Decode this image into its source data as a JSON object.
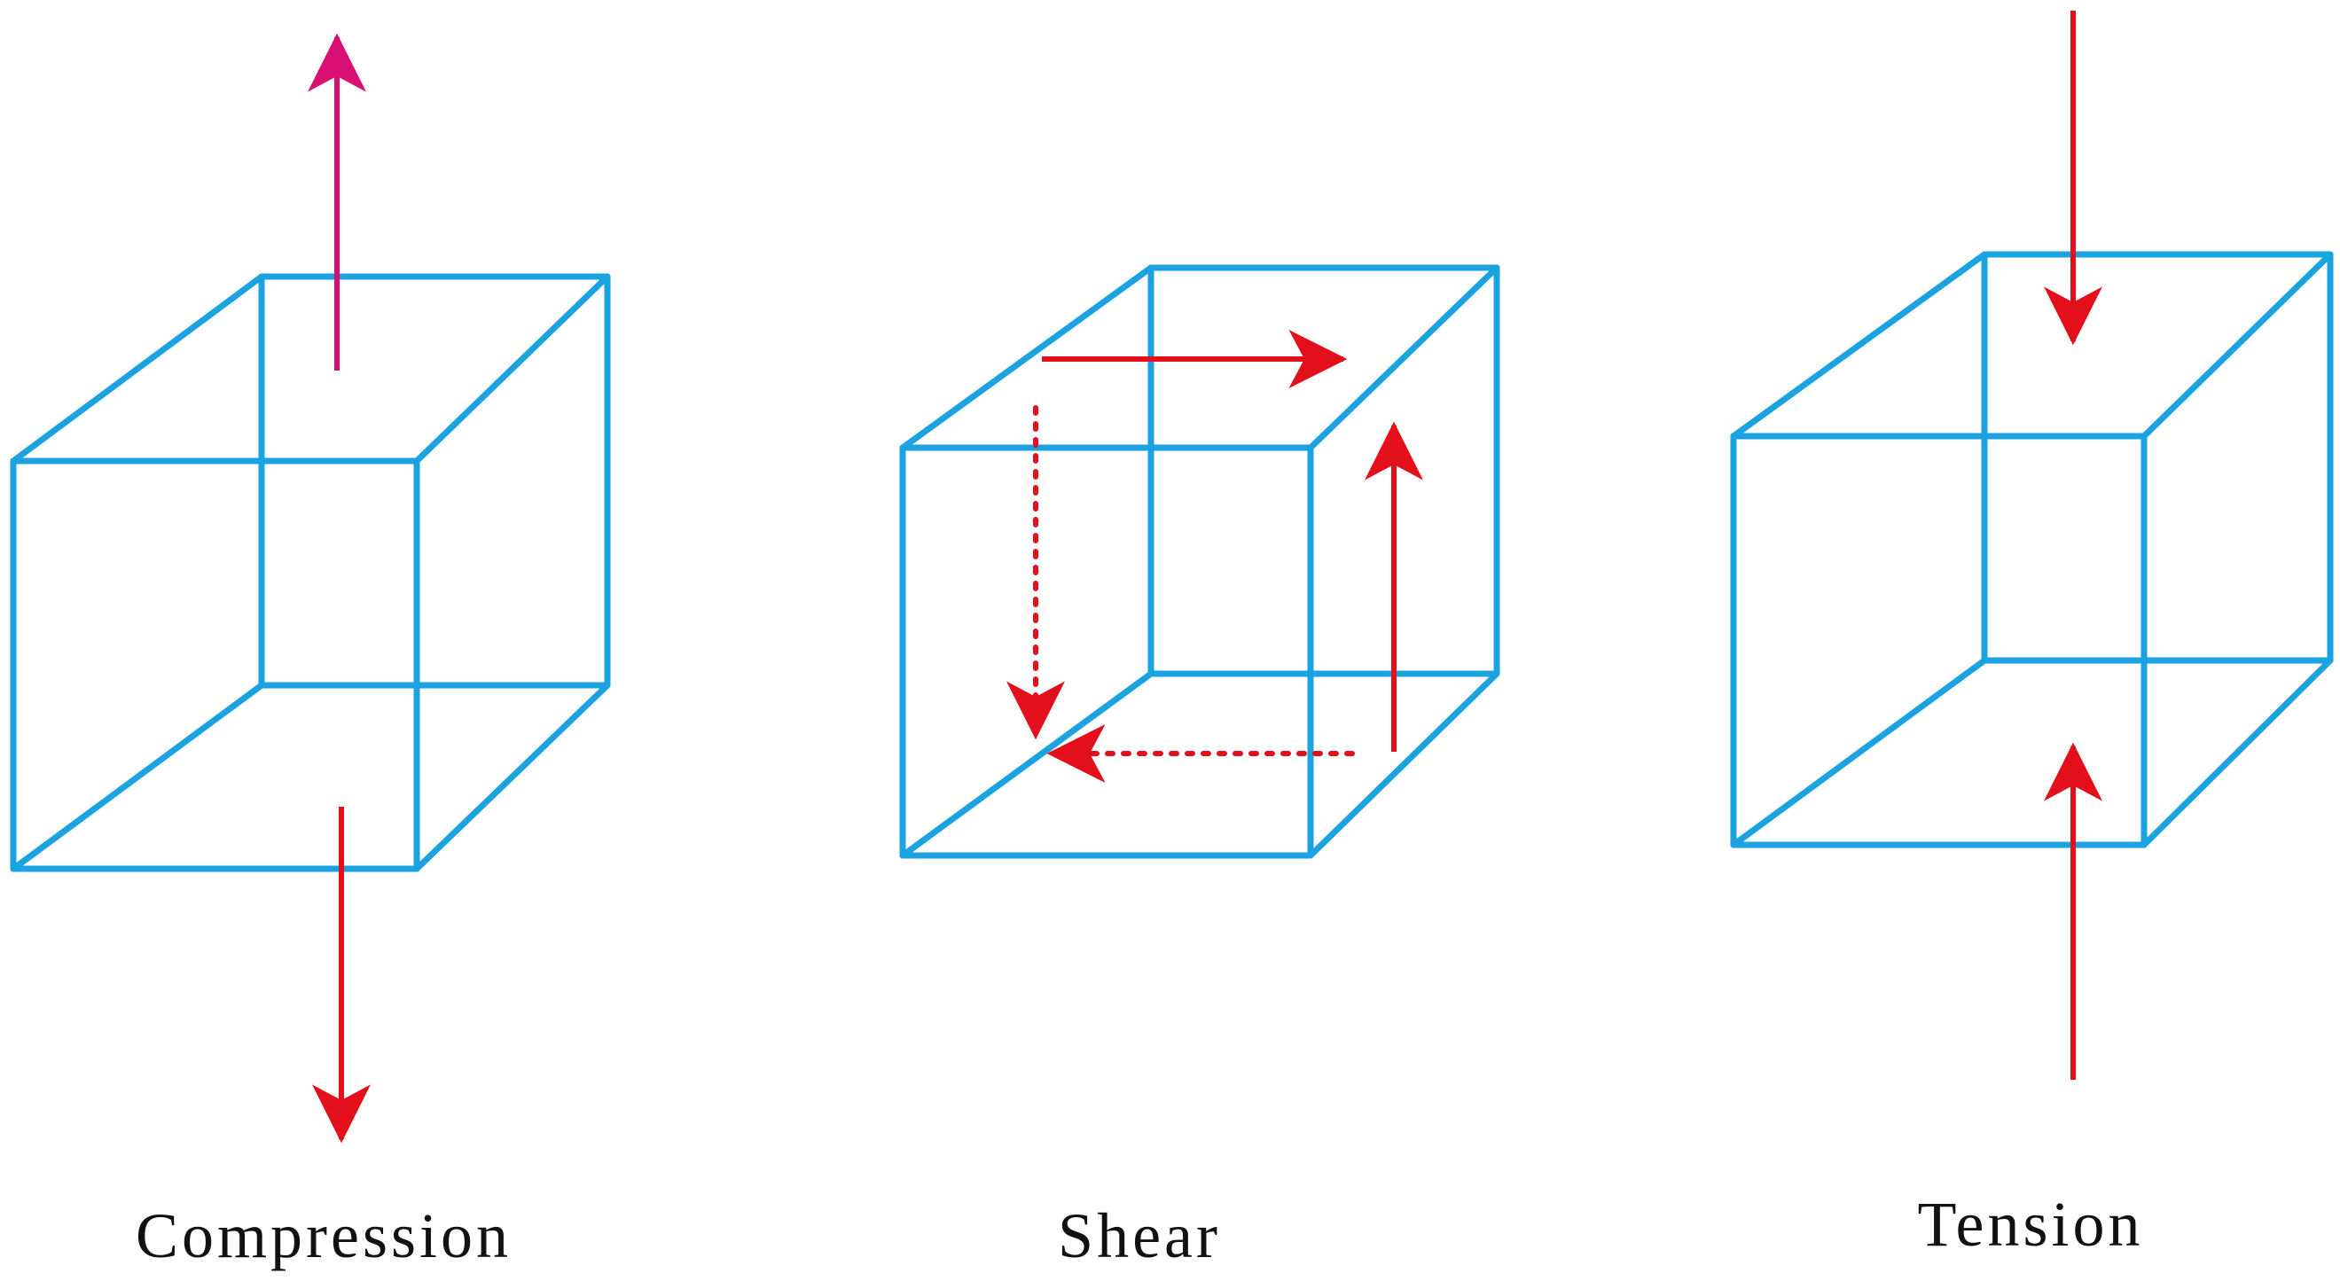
{
  "colors": {
    "cube_edge": "#1aa3e0",
    "force_red": "#e3101b",
    "force_magenta": "#d90f72",
    "caption_text": "#111111"
  },
  "panels": [
    {
      "id": "compression",
      "label": "Compression"
    },
    {
      "id": "shear",
      "label": "Shear"
    },
    {
      "id": "tension",
      "label": "Tension"
    }
  ]
}
